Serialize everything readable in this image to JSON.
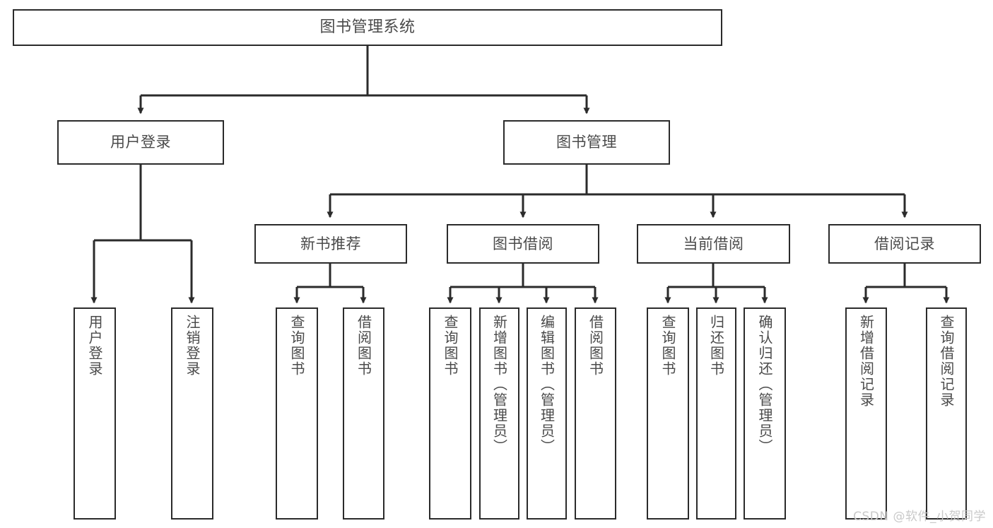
{
  "diagram": {
    "title": "图书管理系统",
    "type": "tree",
    "stroke_color": "#2b2b2b",
    "text_color": "#4a4a4a",
    "background_color": "#ffffff",
    "watermark": "CSDN @软件_小贺同学",
    "nodes": {
      "root": {
        "label": "图书管理系统"
      },
      "level1": [
        {
          "id": "user-login",
          "label": "用户登录"
        },
        {
          "id": "book-manage",
          "label": "图书管理"
        }
      ],
      "level2": [
        {
          "id": "new-book-recommend",
          "label": "新书推荐",
          "parent": "book-manage"
        },
        {
          "id": "book-borrow",
          "label": "图书借阅",
          "parent": "book-manage"
        },
        {
          "id": "current-borrow",
          "label": "当前借阅",
          "parent": "book-manage"
        },
        {
          "id": "borrow-record",
          "label": "借阅记录",
          "parent": "book-manage"
        }
      ],
      "leaves": [
        {
          "id": "leaf-user-login",
          "label": "用户登录",
          "parent": "user-login"
        },
        {
          "id": "leaf-logout",
          "label": "注销登录",
          "parent": "user-login"
        },
        {
          "id": "leaf-query-book-1",
          "label": "查询图书",
          "parent": "new-book-recommend"
        },
        {
          "id": "leaf-borrow-book-1",
          "label": "借阅图书",
          "parent": "new-book-recommend"
        },
        {
          "id": "leaf-query-book-2",
          "label": "查询图书",
          "parent": "book-borrow"
        },
        {
          "id": "leaf-add-book",
          "label": "新增图书（管理员）",
          "parent": "book-borrow"
        },
        {
          "id": "leaf-edit-book",
          "label": "编辑图书（管理员）",
          "parent": "book-borrow"
        },
        {
          "id": "leaf-borrow-book-2",
          "label": "借阅图书",
          "parent": "book-borrow"
        },
        {
          "id": "leaf-query-book-3",
          "label": "查询图书",
          "parent": "current-borrow"
        },
        {
          "id": "leaf-return-book",
          "label": "归还图书",
          "parent": "current-borrow"
        },
        {
          "id": "leaf-confirm-return",
          "label": "确认归还（管理员）",
          "parent": "current-borrow"
        },
        {
          "id": "leaf-add-record",
          "label": "新增借阅记录",
          "parent": "borrow-record"
        },
        {
          "id": "leaf-query-record",
          "label": "查询借阅记录",
          "parent": "borrow-record"
        }
      ]
    }
  }
}
